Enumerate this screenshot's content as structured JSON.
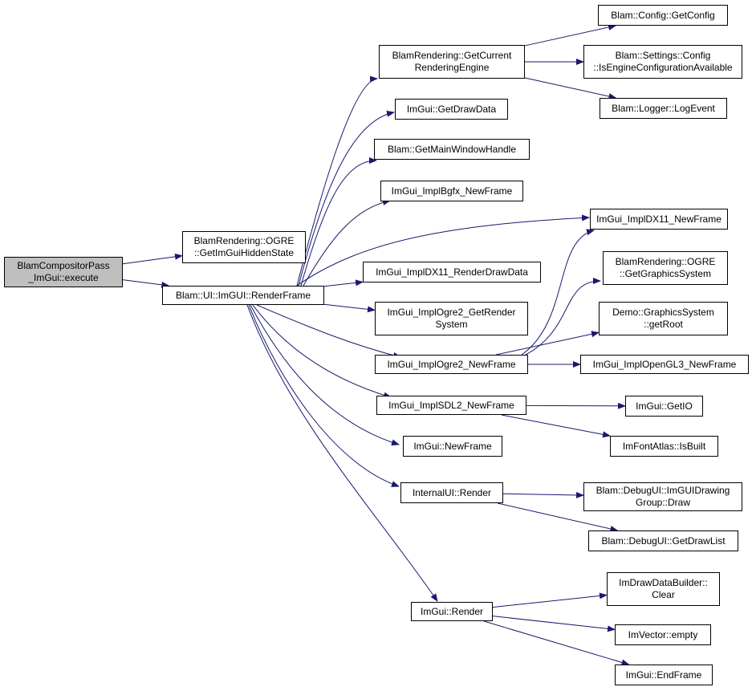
{
  "colors": {
    "edge": "#191970",
    "root_fill": "#bfbfbf",
    "node_fill": "#ffffff",
    "border": "#000000"
  },
  "nodes": {
    "compositor_execute": {
      "lines": [
        "BlamCompositorPass",
        "_ImGui::execute"
      ],
      "root": true
    },
    "get_imgui_hidden_state": {
      "lines": [
        "BlamRendering::OGRE",
        "::GetImGuiHiddenState"
      ]
    },
    "render_frame": {
      "lines": [
        "Blam::UI::ImGUI::RenderFrame"
      ]
    },
    "get_current_rendering_engine": {
      "lines": [
        "BlamRendering::GetCurrent",
        "RenderingEngine"
      ]
    },
    "get_draw_data": {
      "lines": [
        "ImGui::GetDrawData"
      ]
    },
    "get_main_window_handle": {
      "lines": [
        "Blam::GetMainWindowHandle"
      ]
    },
    "impl_bgfx_new_frame": {
      "lines": [
        "ImGui_ImplBgfx_NewFrame"
      ]
    },
    "impl_dx11_render_draw_data": {
      "lines": [
        "ImGui_ImplDX11_RenderDrawData"
      ]
    },
    "impl_ogre2_get_render_system": {
      "lines": [
        "ImGui_ImplOgre2_GetRender",
        "System"
      ]
    },
    "impl_ogre2_new_frame": {
      "lines": [
        "ImGui_ImplOgre2_NewFrame"
      ]
    },
    "impl_sdl2_new_frame": {
      "lines": [
        "ImGui_ImplSDL2_NewFrame"
      ]
    },
    "imgui_new_frame": {
      "lines": [
        "ImGui::NewFrame"
      ]
    },
    "internal_ui_render": {
      "lines": [
        "InternalUI::Render"
      ]
    },
    "imgui_render": {
      "lines": [
        "ImGui::Render"
      ]
    },
    "get_config": {
      "lines": [
        "Blam::Config::GetConfig"
      ]
    },
    "is_engine_config_available": {
      "lines": [
        "Blam::Settings::Config",
        "::IsEngineConfigurationAvailable"
      ]
    },
    "log_event": {
      "lines": [
        "Blam::Logger::LogEvent"
      ]
    },
    "impl_dx11_new_frame": {
      "lines": [
        "ImGui_ImplDX11_NewFrame"
      ]
    },
    "get_graphics_system": {
      "lines": [
        "BlamRendering::OGRE",
        "::GetGraphicsSystem"
      ]
    },
    "graphics_system_get_root": {
      "lines": [
        "Demo::GraphicsSystem",
        "::getRoot"
      ]
    },
    "impl_opengl3_new_frame": {
      "lines": [
        "ImGui_ImplOpenGL3_NewFrame"
      ]
    },
    "get_io": {
      "lines": [
        "ImGui::GetIO"
      ]
    },
    "font_atlas_is_built": {
      "lines": [
        "ImFontAtlas::IsBuilt"
      ]
    },
    "imgui_drawing_group_draw": {
      "lines": [
        "Blam::DebugUI::ImGUIDrawing",
        "Group::Draw"
      ]
    },
    "get_draw_list": {
      "lines": [
        "Blam::DebugUI::GetDrawList"
      ]
    },
    "draw_data_builder_clear": {
      "lines": [
        "ImDrawDataBuilder::",
        "Clear"
      ]
    },
    "vector_empty": {
      "lines": [
        "ImVector::empty"
      ]
    },
    "end_frame": {
      "lines": [
        "ImGui::EndFrame"
      ]
    }
  },
  "edges": [
    [
      "compositor_execute",
      "get_imgui_hidden_state"
    ],
    [
      "compositor_execute",
      "render_frame"
    ],
    [
      "render_frame",
      "get_current_rendering_engine"
    ],
    [
      "render_frame",
      "get_draw_data"
    ],
    [
      "render_frame",
      "get_main_window_handle"
    ],
    [
      "render_frame",
      "impl_bgfx_new_frame"
    ],
    [
      "render_frame",
      "impl_dx11_new_frame"
    ],
    [
      "render_frame",
      "impl_dx11_render_draw_data"
    ],
    [
      "render_frame",
      "impl_ogre2_get_render_system"
    ],
    [
      "render_frame",
      "impl_ogre2_new_frame"
    ],
    [
      "render_frame",
      "impl_sdl2_new_frame"
    ],
    [
      "render_frame",
      "imgui_new_frame"
    ],
    [
      "render_frame",
      "internal_ui_render"
    ],
    [
      "render_frame",
      "imgui_render"
    ],
    [
      "get_current_rendering_engine",
      "get_config"
    ],
    [
      "get_current_rendering_engine",
      "is_engine_config_available"
    ],
    [
      "get_current_rendering_engine",
      "log_event"
    ],
    [
      "impl_ogre2_new_frame",
      "impl_dx11_new_frame"
    ],
    [
      "impl_ogre2_new_frame",
      "get_graphics_system"
    ],
    [
      "impl_ogre2_new_frame",
      "graphics_system_get_root"
    ],
    [
      "impl_ogre2_new_frame",
      "impl_opengl3_new_frame"
    ],
    [
      "impl_sdl2_new_frame",
      "get_io"
    ],
    [
      "impl_sdl2_new_frame",
      "font_atlas_is_built"
    ],
    [
      "internal_ui_render",
      "imgui_drawing_group_draw"
    ],
    [
      "internal_ui_render",
      "get_draw_list"
    ],
    [
      "imgui_render",
      "draw_data_builder_clear"
    ],
    [
      "imgui_render",
      "vector_empty"
    ],
    [
      "imgui_render",
      "end_frame"
    ]
  ]
}
